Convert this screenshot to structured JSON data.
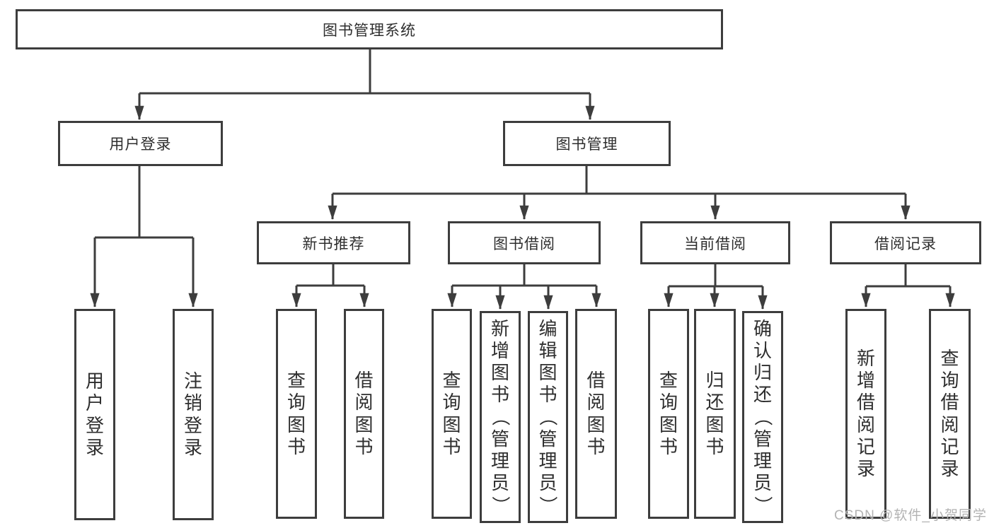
{
  "nodes": {
    "root": "图书管理系统",
    "user_login": "用户登录",
    "book_mgmt": "图书管理",
    "new_book": "新书推荐",
    "book_borrow": "图书借阅",
    "current_borrow": "当前借阅",
    "borrow_record": "借阅记录",
    "user_login_leaf": "用户登录",
    "logout_leaf": "注销登录",
    "nb_query": "查询图书",
    "nb_borrow": "借阅图书",
    "bb_query": "查询图书",
    "bb_add": "新增图书（管理员）",
    "bb_edit": "编辑图书（管理员）",
    "bb_borrow": "借阅图书",
    "cb_query": "查询图书",
    "cb_return": "归还图书",
    "cb_confirm": "确认归还（管理员）",
    "br_add": "新增借阅记录",
    "br_query": "查询借阅记录"
  },
  "watermark": "CSDN @软件_小贺同学",
  "colors": {
    "line": "#3d3d3d",
    "text": "#2e2e2e",
    "watermark": "#b3b3b3",
    "background": "#ffffff"
  }
}
